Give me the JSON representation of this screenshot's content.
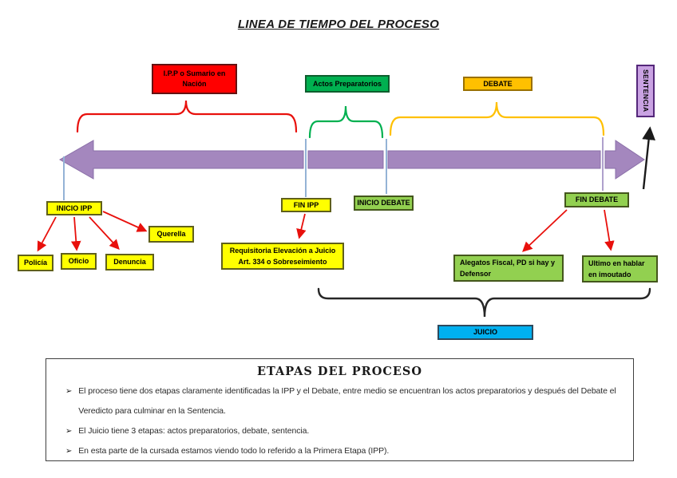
{
  "title": "LINEA DE TIEMPO DEL PROCESO",
  "stages": {
    "ipp_label": "I.P.P o Sumario en\nNación",
    "actos_label": "Actos Preparatorios",
    "debate_label": "DEBATE",
    "sentencia_label": "SENTENCIA"
  },
  "markers": {
    "inicio_ipp": "INICIO IPP",
    "fin_ipp": "FIN IPP",
    "inicio_debate": "INICIO DEBATE",
    "fin_debate": "FIN DEBATE"
  },
  "ipp_origins": {
    "policia": "Policía",
    "oficio": "Oficio",
    "denuncia": "Denuncia",
    "querella": "Querella"
  },
  "outcomes": {
    "requisitoria": "Requisitoria Elevación a Juicio\nArt. 334 o Sobreseimiento",
    "alegatos": "Alegatos Fiscal, PD si hay y\nDefensor",
    "ultimo": "Ultimo en hablar\nen imoutado"
  },
  "juicio_label": "JUICIO",
  "etapas_panel": {
    "heading": "ETAPAS DEL PROCESO",
    "bullets": [
      "El proceso tiene dos etapas claramente identificadas la IPP y el Debate, entre medio se encuentran los actos preparatorios y después del Debate el Veredicto para culminar en la Sentencia.",
      "El Juicio tiene 3 etapas: actos preparatorios, debate, sentencia.",
      "En esta parte de la cursada estamos viendo todo lo referido a la Primera Etapa (IPP)."
    ]
  },
  "colors": {
    "ipp_stage_red": "#FF0000",
    "actos_stage_green": "#00B050",
    "debate_stage_orange": "#FFC000",
    "sentencia_purple": "#C9A2E2",
    "timeline_arrow_purple": "#A487BE",
    "marker_yellow": "#FFFF00",
    "marker_green": "#92D050",
    "juicio_blue": "#00B0F0",
    "arrow_red": "#E8100C",
    "guide_line_blue": "#94B3D6"
  }
}
